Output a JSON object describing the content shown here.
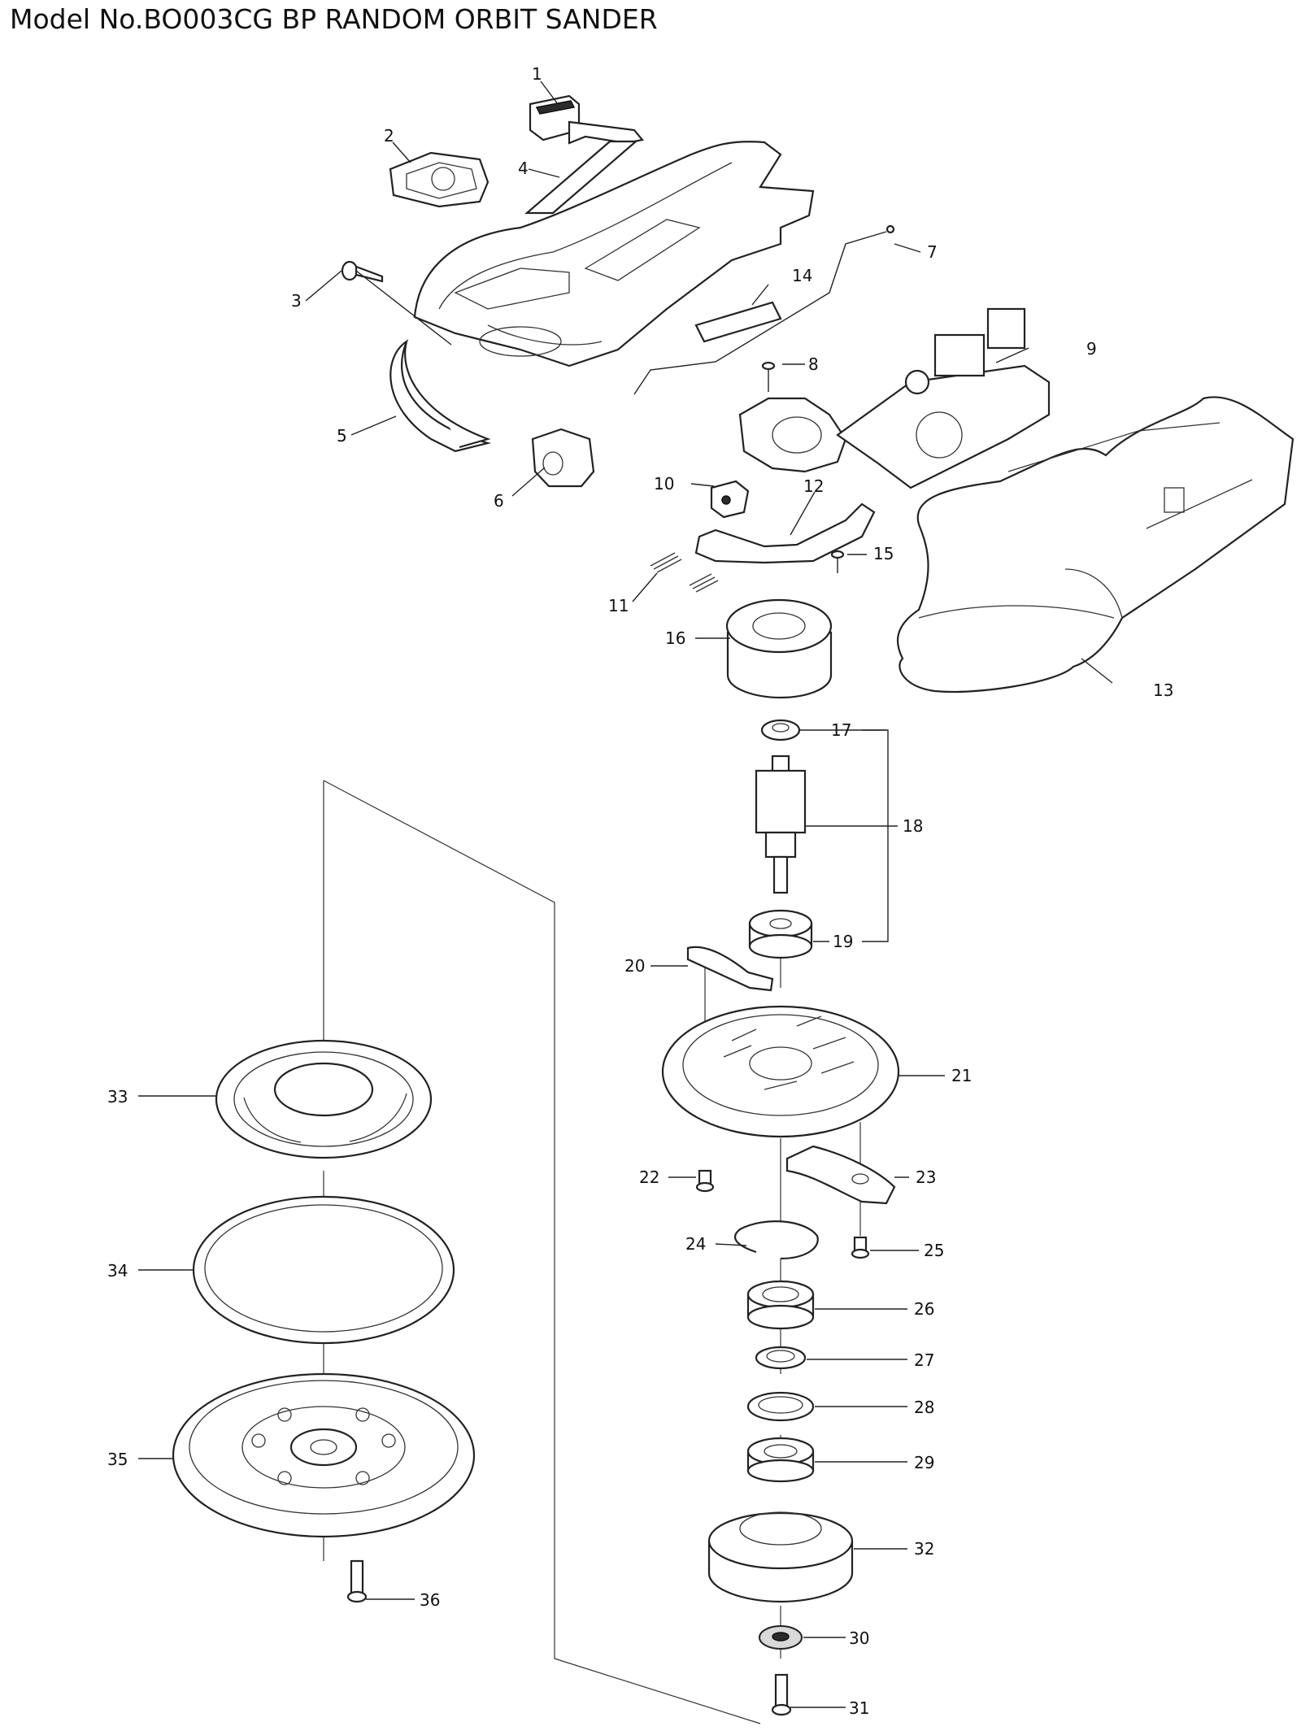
{
  "title": "Model No.BO003CG BP RANDOM ORBIT SANDER",
  "parts": [
    {
      "no": "1"
    },
    {
      "no": "2"
    },
    {
      "no": "3"
    },
    {
      "no": "4"
    },
    {
      "no": "5"
    },
    {
      "no": "6"
    },
    {
      "no": "7"
    },
    {
      "no": "8"
    },
    {
      "no": "9"
    },
    {
      "no": "10"
    },
    {
      "no": "11"
    },
    {
      "no": "12"
    },
    {
      "no": "13"
    },
    {
      "no": "14"
    },
    {
      "no": "15"
    },
    {
      "no": "16"
    },
    {
      "no": "17"
    },
    {
      "no": "18"
    },
    {
      "no": "19"
    },
    {
      "no": "20"
    },
    {
      "no": "21"
    },
    {
      "no": "22"
    },
    {
      "no": "23"
    },
    {
      "no": "24"
    },
    {
      "no": "25"
    },
    {
      "no": "26"
    },
    {
      "no": "27"
    },
    {
      "no": "28"
    },
    {
      "no": "29"
    },
    {
      "no": "30"
    },
    {
      "no": "31"
    },
    {
      "no": "32"
    },
    {
      "no": "33"
    },
    {
      "no": "34"
    },
    {
      "no": "35"
    },
    {
      "no": "36"
    }
  ]
}
